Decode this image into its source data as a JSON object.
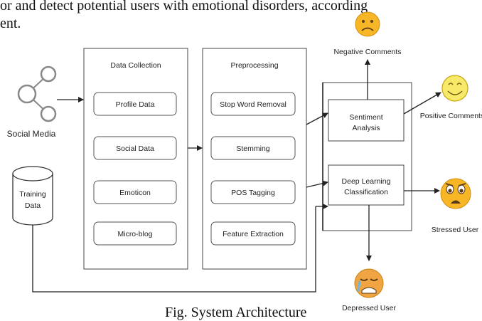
{
  "top_text": {
    "line1": "or and detect potential users with emotional disorders, according",
    "line2": "ent."
  },
  "bottom_caption": "Fig. System Architecture",
  "inputs": {
    "social_media": "Social Media",
    "training_line1": "Training",
    "training_line2": "Data"
  },
  "data_collection": {
    "title": "Data Collection",
    "items": [
      "Profile Data",
      "Social Data",
      "Emoticon",
      "Micro-blog"
    ]
  },
  "preprocessing": {
    "title": "Preprocessing",
    "items": [
      "Stop Word Removal",
      "Stemming",
      "POS Tagging",
      "Feature Extraction"
    ]
  },
  "analysis": {
    "sentiment_line1": "Sentiment",
    "sentiment_line2": "Analysis",
    "dl_line1": "Deep Learning",
    "dl_line2": "Classification"
  },
  "outputs": {
    "negative": "Negative Comments",
    "positive": "Positive Comments",
    "stressed": "Stressed User",
    "depressed": "Depressed User"
  },
  "colors": {
    "emoji_face": "#f6b626",
    "emoji_dark": "#5a3a12",
    "emoji_positive": "#f7e96a",
    "emoji_depressed": "#f0a542",
    "line": "#222222",
    "box_stroke": "#444444"
  }
}
